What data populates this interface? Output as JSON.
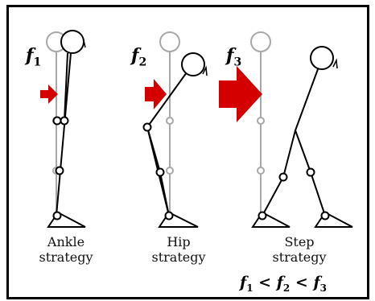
{
  "figure": {
    "strategies": [
      {
        "label_line1": "Ankle",
        "label_line2": "strategy",
        "force_symbol": "f",
        "force_index": "1"
      },
      {
        "label_line1": "Hip",
        "label_line2": "strategy",
        "force_symbol": "f",
        "force_index": "2"
      },
      {
        "label_line1": "Step",
        "label_line2": "strategy",
        "force_symbol": "f",
        "force_index": "3"
      }
    ],
    "inequality": {
      "f": "f",
      "i1": "1",
      "i2": "2",
      "i3": "3",
      "op": "<"
    },
    "colors": {
      "push_arrow": "#d40000",
      "ghost_body": "#a8a8a8",
      "body": "#000000",
      "frame": "#000000"
    }
  }
}
